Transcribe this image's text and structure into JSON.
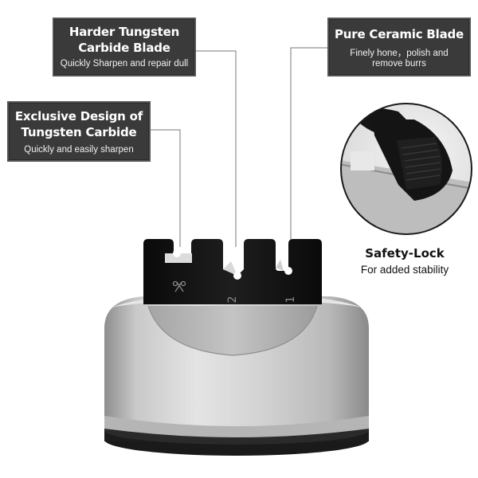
{
  "callouts": {
    "tungsten": {
      "title_line1": "Harder Tungsten",
      "title_line2": "Carbide Blade",
      "subtitle": "Quickly Sharpen and repair dull"
    },
    "ceramic": {
      "title": "Pure Ceramic Blade",
      "subtitle_line1": "Finely hone，polish and",
      "subtitle_line2": "remove burrs"
    },
    "exclusive": {
      "title_line1": "Exclusive Design of",
      "title_line2": "Tungsten Carbide",
      "subtitle": "Quickly and easily sharpen"
    }
  },
  "safety_lock": {
    "title": "Safety-Lock",
    "subtitle": "For added stability"
  },
  "slot_labels": {
    "slot_2": "2",
    "slot_1": "1"
  },
  "colors": {
    "callout_bg": "#3a3a3a",
    "callout_border": "#555555",
    "body_silver": "#c8c8c8",
    "blade_black": "#121212"
  }
}
